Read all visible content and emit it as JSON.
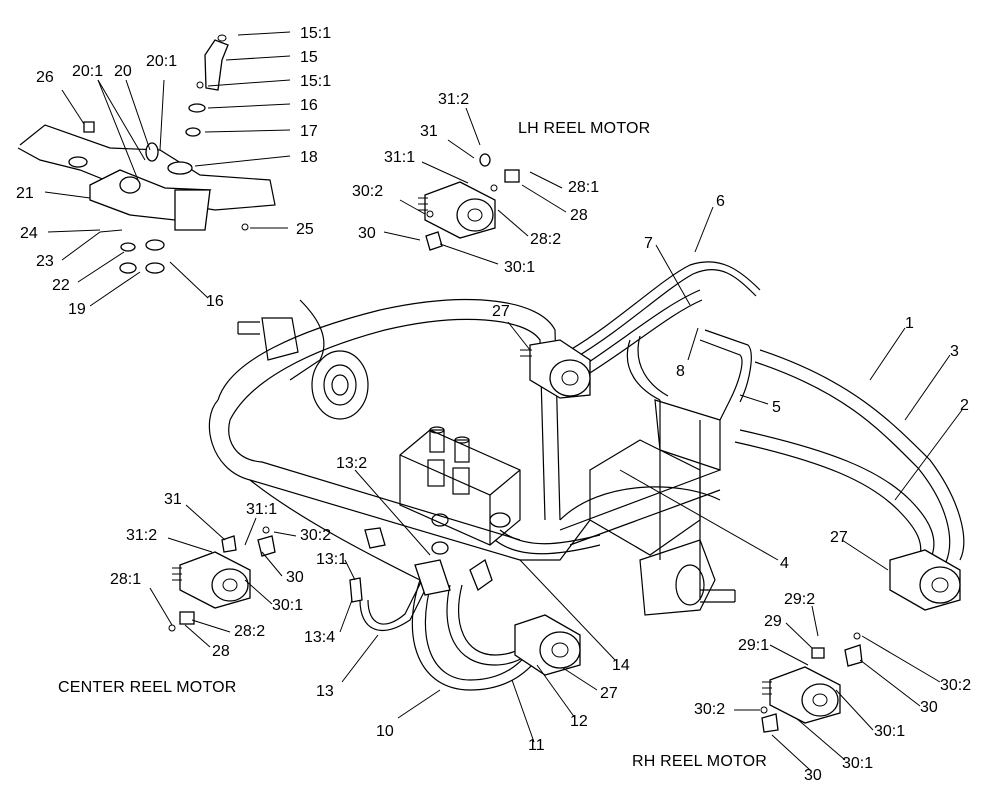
{
  "captions": {
    "lh": "LH REEL MOTOR",
    "center": "CENTER REEL MOTOR",
    "rh": "RH REEL MOTOR"
  },
  "labels": [
    "15:1",
    "15",
    "15:1",
    "16",
    "17",
    "18",
    "20:1",
    "20",
    "20:1",
    "26",
    "21",
    "24",
    "23",
    "22",
    "19",
    "16",
    "25",
    "31:2",
    "31",
    "31:1",
    "30:2",
    "30",
    "28:1",
    "28",
    "28:2",
    "30:1",
    "6",
    "7",
    "27",
    "8",
    "1",
    "3",
    "5",
    "2",
    "13:2",
    "31",
    "31:1",
    "30:2",
    "31:2",
    "30",
    "30:1",
    "28:1",
    "28:2",
    "28",
    "13:1",
    "13:4",
    "13",
    "10",
    "11",
    "12",
    "27",
    "14",
    "4",
    "27",
    "29:2",
    "29",
    "29:1",
    "30:2",
    "30",
    "30:1",
    "30:2",
    "30",
    "30:1"
  ]
}
